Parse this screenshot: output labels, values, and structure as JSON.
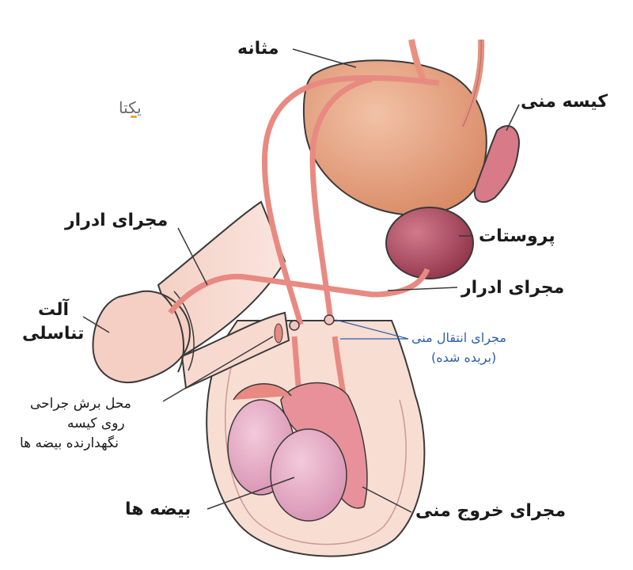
{
  "labels": {
    "bladder": "مثانه",
    "seminal_vesicle": "کیسه منی",
    "prostate": "پروستات",
    "urethra_top": "مجرای ادرار",
    "urethra_right": "مجرای ادرار",
    "penis_line1": "آلت",
    "penis_line2": "تناسلی",
    "vas_deferens_line1": "مجرای انتقال منی",
    "vas_deferens_line2": "(بریده شده)",
    "incision_line1": "محل برش جراحی",
    "incision_line2": "روی کیسه",
    "incision_line3": "نگهدارنده بیضه ها",
    "testes": "بیضه ها",
    "epididymis": "مجرای خروج منی"
  },
  "logo": {
    "text": "یکتا"
  },
  "colors": {
    "skin": "#f6d8cf",
    "skin_outline": "#3a3a3a",
    "bladder": "#e2a07f",
    "prostate": "#a8485e",
    "tube": "#e88a82",
    "testis": "#e3a3c0",
    "epididymis": "#e8919a",
    "label_blue": "#2f5fa6"
  }
}
